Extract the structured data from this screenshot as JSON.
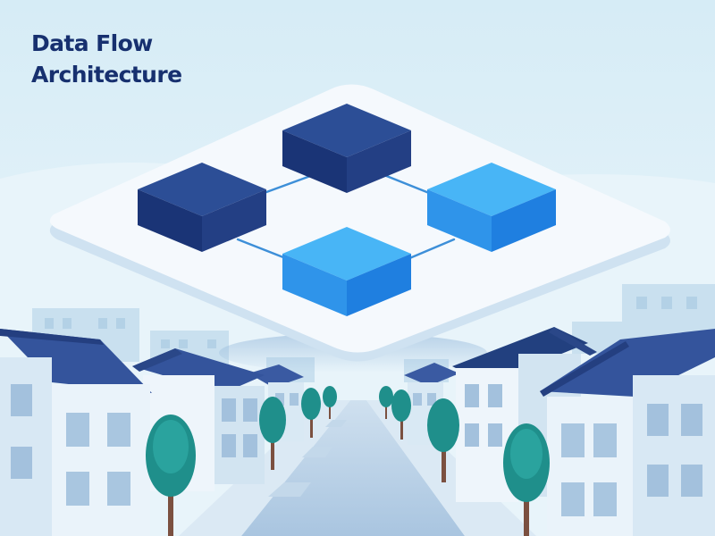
{
  "header": {
    "title_line_1": "Data Flow",
    "title_line_2": "Architecture"
  },
  "colors": {
    "title": "#17306f",
    "sky_top": "#d7edf6",
    "sky_bottom": "#eef7fb",
    "platform": "#f3f8fc",
    "connector": "#3d8fd8",
    "node_dark": "#1f3f86",
    "node_light": "#2f8ff2",
    "roof": "#34549c",
    "wall": "#e2eef7",
    "tree": "#1e8d8a",
    "road": "#b4cfe6"
  },
  "diagram": {
    "nodes": [
      {
        "name": "node-top",
        "shade": "dark"
      },
      {
        "name": "node-left",
        "shade": "dark"
      },
      {
        "name": "node-right",
        "shade": "light"
      },
      {
        "name": "node-bottom",
        "shade": "light"
      }
    ],
    "connectors": [
      {
        "from": "node-left",
        "to": "node-top"
      },
      {
        "from": "node-top",
        "to": "node-right"
      },
      {
        "from": "node-left",
        "to": "node-bottom"
      },
      {
        "from": "node-right",
        "to": "node-bottom"
      }
    ]
  }
}
